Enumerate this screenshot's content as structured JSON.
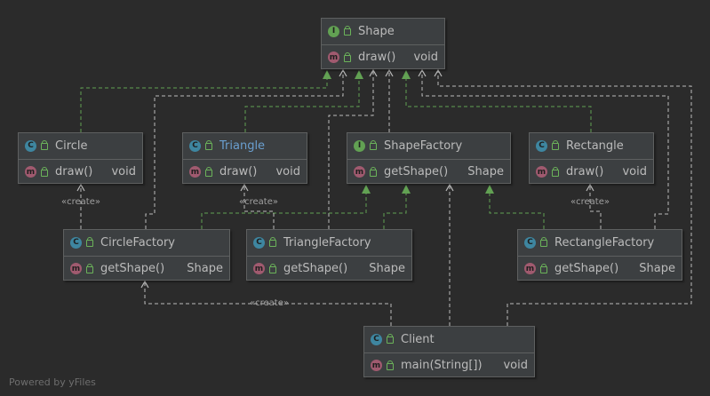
{
  "diagram": {
    "colors": {
      "background": "#2b2b2b",
      "node": "#3c3f41",
      "border": "#5e6060",
      "impl_edge": "#62a153",
      "dep_edge": "#bbbbbb",
      "title_blue": "#6a9fd0"
    },
    "nodes": [
      {
        "id": "shape",
        "kind": "I",
        "name": "Shape",
        "method": "draw()",
        "return": "void",
        "highlight": false
      },
      {
        "id": "circle",
        "kind": "C",
        "name": "Circle",
        "method": "draw()",
        "return": "void",
        "highlight": false
      },
      {
        "id": "triangle",
        "kind": "C",
        "name": "Triangle",
        "method": "draw()",
        "return": "void",
        "highlight": true
      },
      {
        "id": "shapefactory",
        "kind": "I",
        "name": "ShapeFactory",
        "method": "getShape()",
        "return": "Shape",
        "highlight": false
      },
      {
        "id": "rectangle",
        "kind": "C",
        "name": "Rectangle",
        "method": "draw()",
        "return": "void",
        "highlight": false
      },
      {
        "id": "circlefactory",
        "kind": "C",
        "name": "CircleFactory",
        "method": "getShape()",
        "return": "Shape",
        "highlight": false
      },
      {
        "id": "trianglefactory",
        "kind": "C",
        "name": "TriangleFactory",
        "method": "getShape()",
        "return": "Shape",
        "highlight": false
      },
      {
        "id": "rectanglefactory",
        "kind": "C",
        "name": "RectangleFactory",
        "method": "getShape()",
        "return": "Shape",
        "highlight": false
      },
      {
        "id": "client",
        "kind": "C",
        "name": "Client",
        "method": "main(String[])",
        "return": "void",
        "highlight": false
      }
    ],
    "method_badge": "m",
    "edge_labels": [
      "«create»",
      "«create»",
      "«create»",
      "«create»"
    ],
    "edges": [
      {
        "from": "circle",
        "to": "shape",
        "type": "implements"
      },
      {
        "from": "triangle",
        "to": "shape",
        "type": "implements"
      },
      {
        "from": "rectangle",
        "to": "shape",
        "type": "implements"
      },
      {
        "from": "circlefactory",
        "to": "shapefactory",
        "type": "implements"
      },
      {
        "from": "trianglefactory",
        "to": "shapefactory",
        "type": "implements"
      },
      {
        "from": "rectanglefactory",
        "to": "shapefactory",
        "type": "implements"
      },
      {
        "from": "circlefactory",
        "to": "shape",
        "type": "uses"
      },
      {
        "from": "trianglefactory",
        "to": "shape",
        "type": "uses"
      },
      {
        "from": "shapefactory",
        "to": "shape",
        "type": "uses"
      },
      {
        "from": "rectanglefactory",
        "to": "shape",
        "type": "uses"
      },
      {
        "from": "client",
        "to": "shape",
        "type": "uses"
      },
      {
        "from": "circlefactory",
        "to": "circle",
        "type": "create"
      },
      {
        "from": "trianglefactory",
        "to": "triangle",
        "type": "create"
      },
      {
        "from": "rectanglefactory",
        "to": "rectangle",
        "type": "create"
      },
      {
        "from": "client",
        "to": "circlefactory",
        "type": "create"
      },
      {
        "from": "client",
        "to": "shapefactory",
        "type": "uses"
      }
    ]
  },
  "footer": "Powered by yFiles"
}
